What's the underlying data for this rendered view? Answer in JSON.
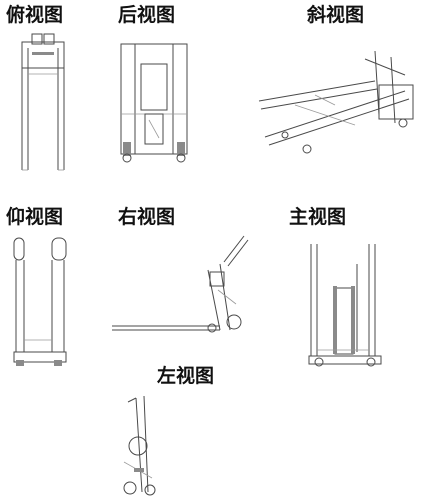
{
  "labels": {
    "top": "俯视图",
    "rear": "后视图",
    "iso": "斜视图",
    "bottom": "仰视图",
    "right": "右视图",
    "front": "主视图",
    "left": "左视图"
  }
}
